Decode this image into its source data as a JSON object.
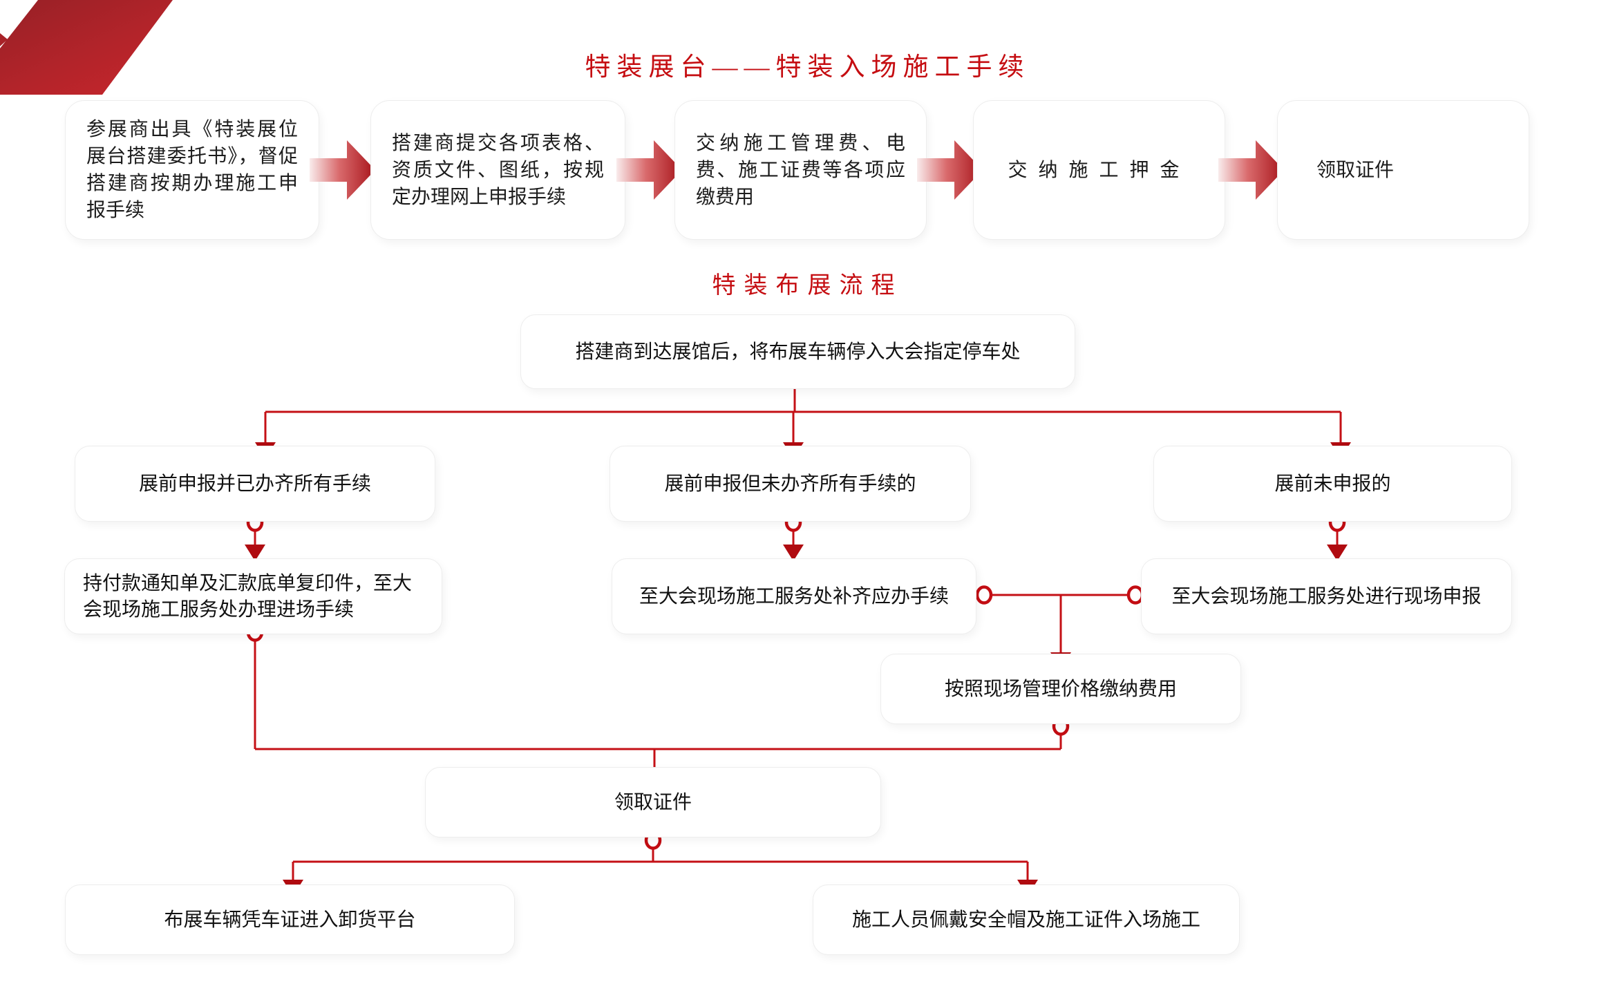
{
  "colors": {
    "accent_title": "#c50d11",
    "connector_line": "#c41016",
    "arrowhead": "#b00b10",
    "ribbon_dark": "#972026",
    "ribbon_light": "#c8262c",
    "card_border": "#ededed"
  },
  "header": {
    "title": "特装展台——特装入场施工手续"
  },
  "procedure": {
    "steps": [
      {
        "label": "参展商出具《特装展位展台搭建委托书》，督促搭建商按期办理施工申报手续"
      },
      {
        "label": "搭建商提交各项表格、资质文件、图纸，按规定办理网上申报手续"
      },
      {
        "label": "交纳施工管理费、电费、施工证费等各项应缴费用"
      },
      {
        "label": "交纳施工押金"
      },
      {
        "label": "领取证件"
      }
    ]
  },
  "flow": {
    "title": "特装布展流程",
    "nodes": {
      "start": "搭建商到达展馆后，将布展车辆停入大会指定停车处",
      "declared_complete": "展前申报并已办齐所有手续",
      "declared_incomplete": "展前申报但未办齐所有手续的",
      "not_declared": "展前未申报的",
      "pay_notice": "持付款通知单及汇款底单复印件，至大会现场施工服务处办理进场手续",
      "complete_onsite": "至大会现场施工服务处补齐应办手续",
      "declare_onsite": "至大会现场施工服务处进行现场申报",
      "pay_onsite_price": "按照现场管理价格缴纳费用",
      "collect_certificates": "领取证件",
      "vehicle_entry": "布展车辆凭车证进入卸货平台",
      "worker_entry": "施工人员佩戴安全帽及施工证件入场施工"
    }
  }
}
